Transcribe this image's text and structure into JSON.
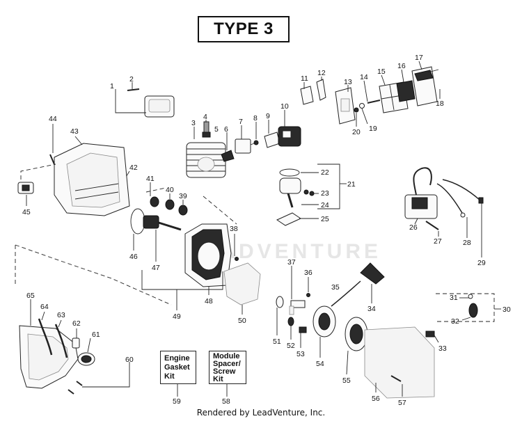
{
  "title": "TYPE 3",
  "watermark": "LEADVENTURE",
  "footer": "Rendered by LeadVenture, Inc.",
  "kits": [
    {
      "lines": [
        "Engine",
        "Gasket",
        "Kit"
      ],
      "number": "59"
    },
    {
      "lines": [
        "Module",
        "Spacer/",
        "Screw",
        "Kit"
      ],
      "number": "58"
    }
  ],
  "callouts": [
    "1",
    "2",
    "3",
    "4",
    "5",
    "6",
    "7",
    "8",
    "9",
    "10",
    "11",
    "12",
    "13",
    "14",
    "15",
    "16",
    "17",
    "18",
    "19",
    "20",
    "21",
    "22",
    "23",
    "24",
    "25",
    "26",
    "27",
    "28",
    "29",
    "30",
    "31",
    "32",
    "33",
    "34",
    "35",
    "36",
    "37",
    "38",
    "39",
    "40",
    "41",
    "42",
    "43",
    "44",
    "45",
    "46",
    "47",
    "48",
    "49",
    "50",
    "51",
    "52",
    "53",
    "54",
    "55",
    "56",
    "57",
    "60",
    "61",
    "62",
    "63",
    "64",
    "65"
  ]
}
